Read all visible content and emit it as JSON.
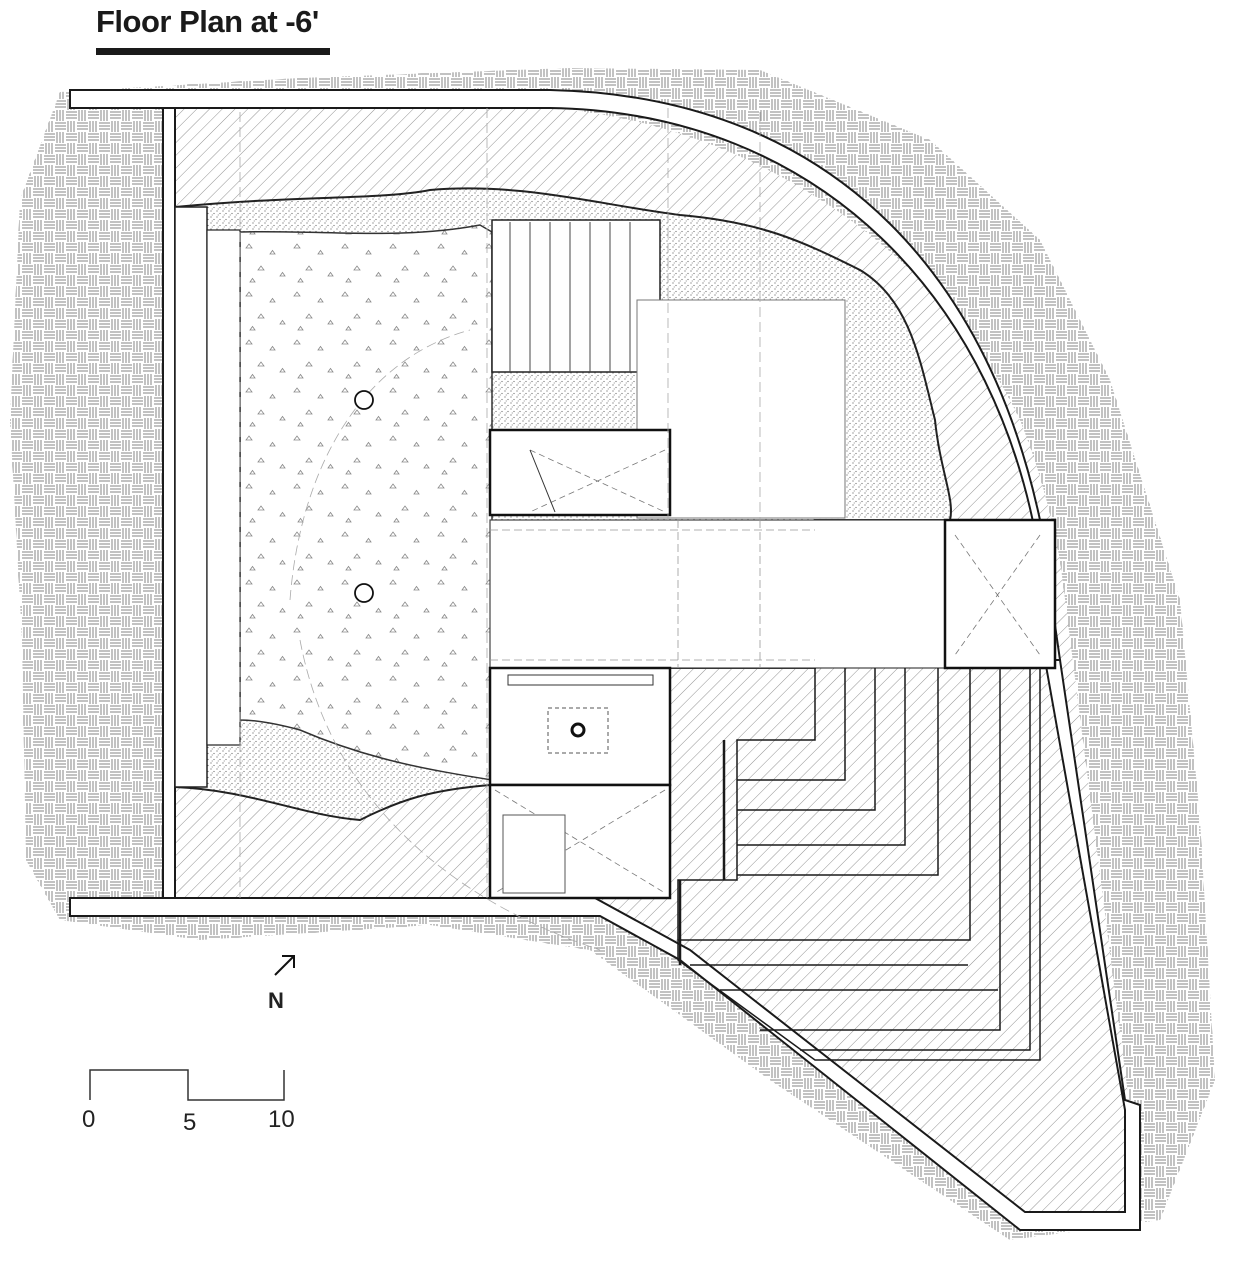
{
  "title": "Floor Plan at -6'",
  "north": {
    "label": "N"
  },
  "scale": {
    "ticks": [
      "0",
      "5",
      "10"
    ]
  },
  "colors": {
    "ink": "#1a1a1a",
    "line": "#333333",
    "hatch": "#555555",
    "paper": "#ffffff"
  }
}
